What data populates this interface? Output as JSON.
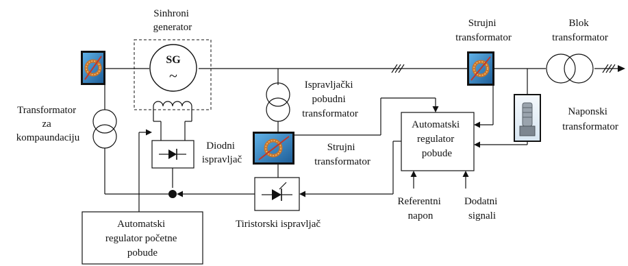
{
  "labels": {
    "sinhroni_generator": [
      "Sinhroni",
      "generator"
    ],
    "sg_symbol": "SG",
    "sg_wave": "~",
    "strujni_transformator_top": [
      "Strujni",
      "transformator"
    ],
    "blok_transformator": [
      "Blok",
      "transformator"
    ],
    "transformator_za_kompaundaciju": [
      "Transformator",
      "za",
      "kompaundaciju"
    ],
    "ispravljacki_transformator": [
      "Ispravljački",
      "pobudni",
      "transformator"
    ],
    "naponski_transformator": [
      "Naponski",
      "transformator"
    ],
    "automatski_regulator_pobude": [
      "Automatski",
      "regulator",
      "pobude"
    ],
    "diodni_ispravljac": [
      "Diodni",
      "ispravljač"
    ],
    "strujni_transformator_mid": [
      "Strujni",
      "transformator"
    ],
    "tiristorski_ispravljac": "Tiristorski ispravljač",
    "referentni_napon": [
      "Referentni",
      "napon"
    ],
    "dodatni_signali": [
      "Dodatni",
      "signali"
    ],
    "automatski_regulator_pocetne": [
      "Automatski",
      "regulator početne",
      "pobude"
    ]
  },
  "colors": {
    "line": "#111111",
    "ct_background": "#3f8fc8",
    "ct_core": "#c8742c",
    "vt_body": "#9aa3ad",
    "vt_background": "#eaf2fa"
  }
}
